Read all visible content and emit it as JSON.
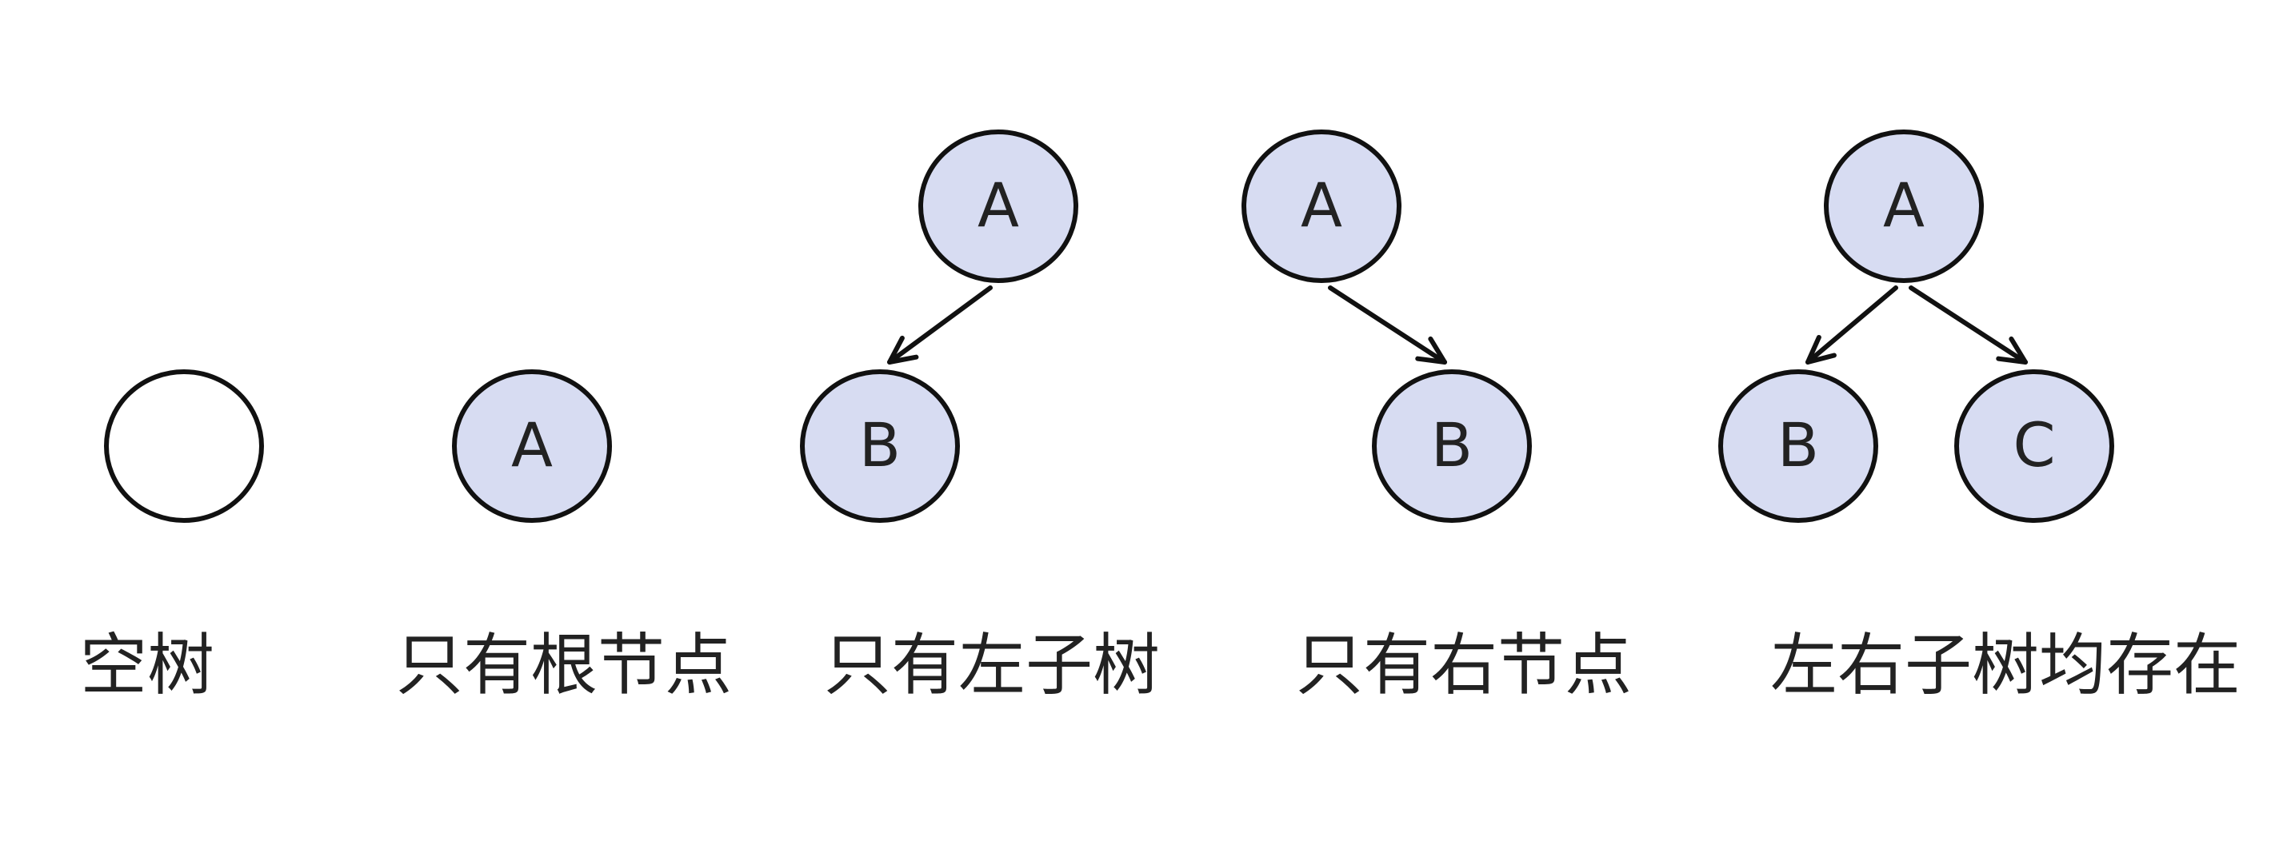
{
  "colors": {
    "node_fill": "#d7dcf2",
    "empty_fill": "#ffffff",
    "stroke": "#111111",
    "text": "#222222"
  },
  "diagrams": [
    {
      "caption": "空树",
      "nodes": [
        {
          "id": "empty",
          "label": ""
        }
      ],
      "edges": []
    },
    {
      "caption": "只有根节点",
      "nodes": [
        {
          "id": "A",
          "label": "A"
        }
      ],
      "edges": []
    },
    {
      "caption": "只有左子树",
      "nodes": [
        {
          "id": "A",
          "label": "A"
        },
        {
          "id": "B",
          "label": "B"
        }
      ],
      "edges": [
        {
          "from": "A",
          "to": "B"
        }
      ]
    },
    {
      "caption": "只有右节点",
      "nodes": [
        {
          "id": "A",
          "label": "A"
        },
        {
          "id": "B",
          "label": "B"
        }
      ],
      "edges": [
        {
          "from": "A",
          "to": "B"
        }
      ]
    },
    {
      "caption": "左右子树均存在",
      "nodes": [
        {
          "id": "A",
          "label": "A"
        },
        {
          "id": "B",
          "label": "B"
        },
        {
          "id": "C",
          "label": "C"
        }
      ],
      "edges": [
        {
          "from": "A",
          "to": "B"
        },
        {
          "from": "A",
          "to": "C"
        }
      ]
    }
  ]
}
